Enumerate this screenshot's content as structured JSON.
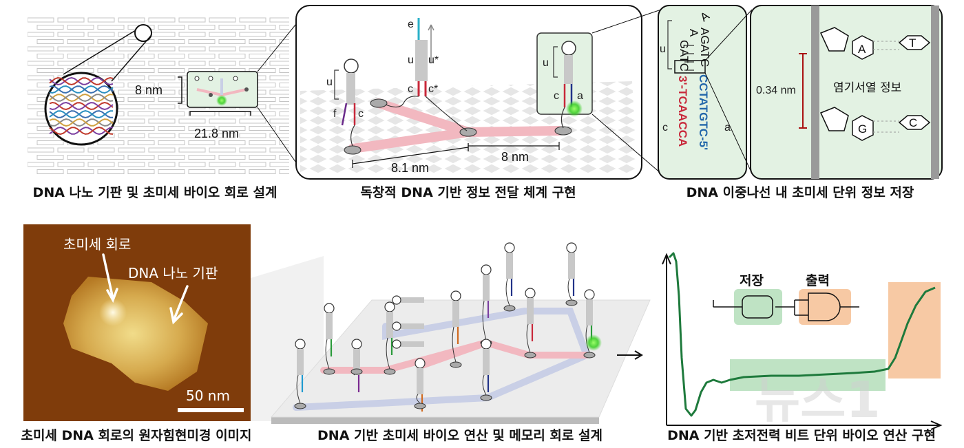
{
  "panels": {
    "origami": {
      "caption": "DNA 나노 기판 및 초미세 바이오 회로 설계",
      "dim_height": "8 nm",
      "dim_width": "21.8 nm"
    },
    "relay": {
      "caption": "독창적 DNA 기반 정보 전달 체계 구현",
      "dist_a": "8.1 nm",
      "dist_b": "8 nm",
      "domain_labels": [
        "e",
        "u",
        "u*",
        "c",
        "c*",
        "u",
        "f",
        "c",
        "u",
        "c",
        "a"
      ]
    },
    "helix": {
      "caption": "DNA 이중나선 내 초미세 단위 정보 저장",
      "seq_top": "3'-TCAACCA",
      "seq_bottom": "CCTATGTC-5'",
      "stack_left": "GATC",
      "stack_right": "AGATC",
      "loop_left": "A",
      "loop_right": "A",
      "label_u": "u",
      "label_c": "c",
      "label_a": "a",
      "spacing": "0.34 nm",
      "bases": [
        "A",
        "T",
        "G",
        "C"
      ],
      "sequence_info": "염기서열 정보"
    },
    "afm": {
      "caption": "초미세 DNA 회로의 원자힘현미경 이미지",
      "label_circuit": "초미세 회로",
      "label_substrate": "DNA 나노 기판",
      "scale": "50 nm"
    },
    "circuit": {
      "caption": "DNA 기반 초미세 바이오 연산 및 메모리 회로 설계"
    },
    "trace": {
      "caption": "DNA 기반 초저전력 비트 단위 바이오 연산 구현",
      "label_store": "저장",
      "label_output": "출력"
    }
  },
  "watermark": "뉴스1",
  "colors": {
    "pink_track": "#f2b8c0",
    "blue_track": "#c9cfe6",
    "green_glow": "#4cdc3a",
    "store_box": "#bfe3c4",
    "output_box": "#f7c9a4",
    "trace_line": "#1e7a3c",
    "seq_red": "#c8283a",
    "seq_blue": "#2266aa",
    "afm_dark": "#7a3808",
    "afm_bright": "#ffe9a0",
    "helix_bar": "#9a9a9a"
  }
}
